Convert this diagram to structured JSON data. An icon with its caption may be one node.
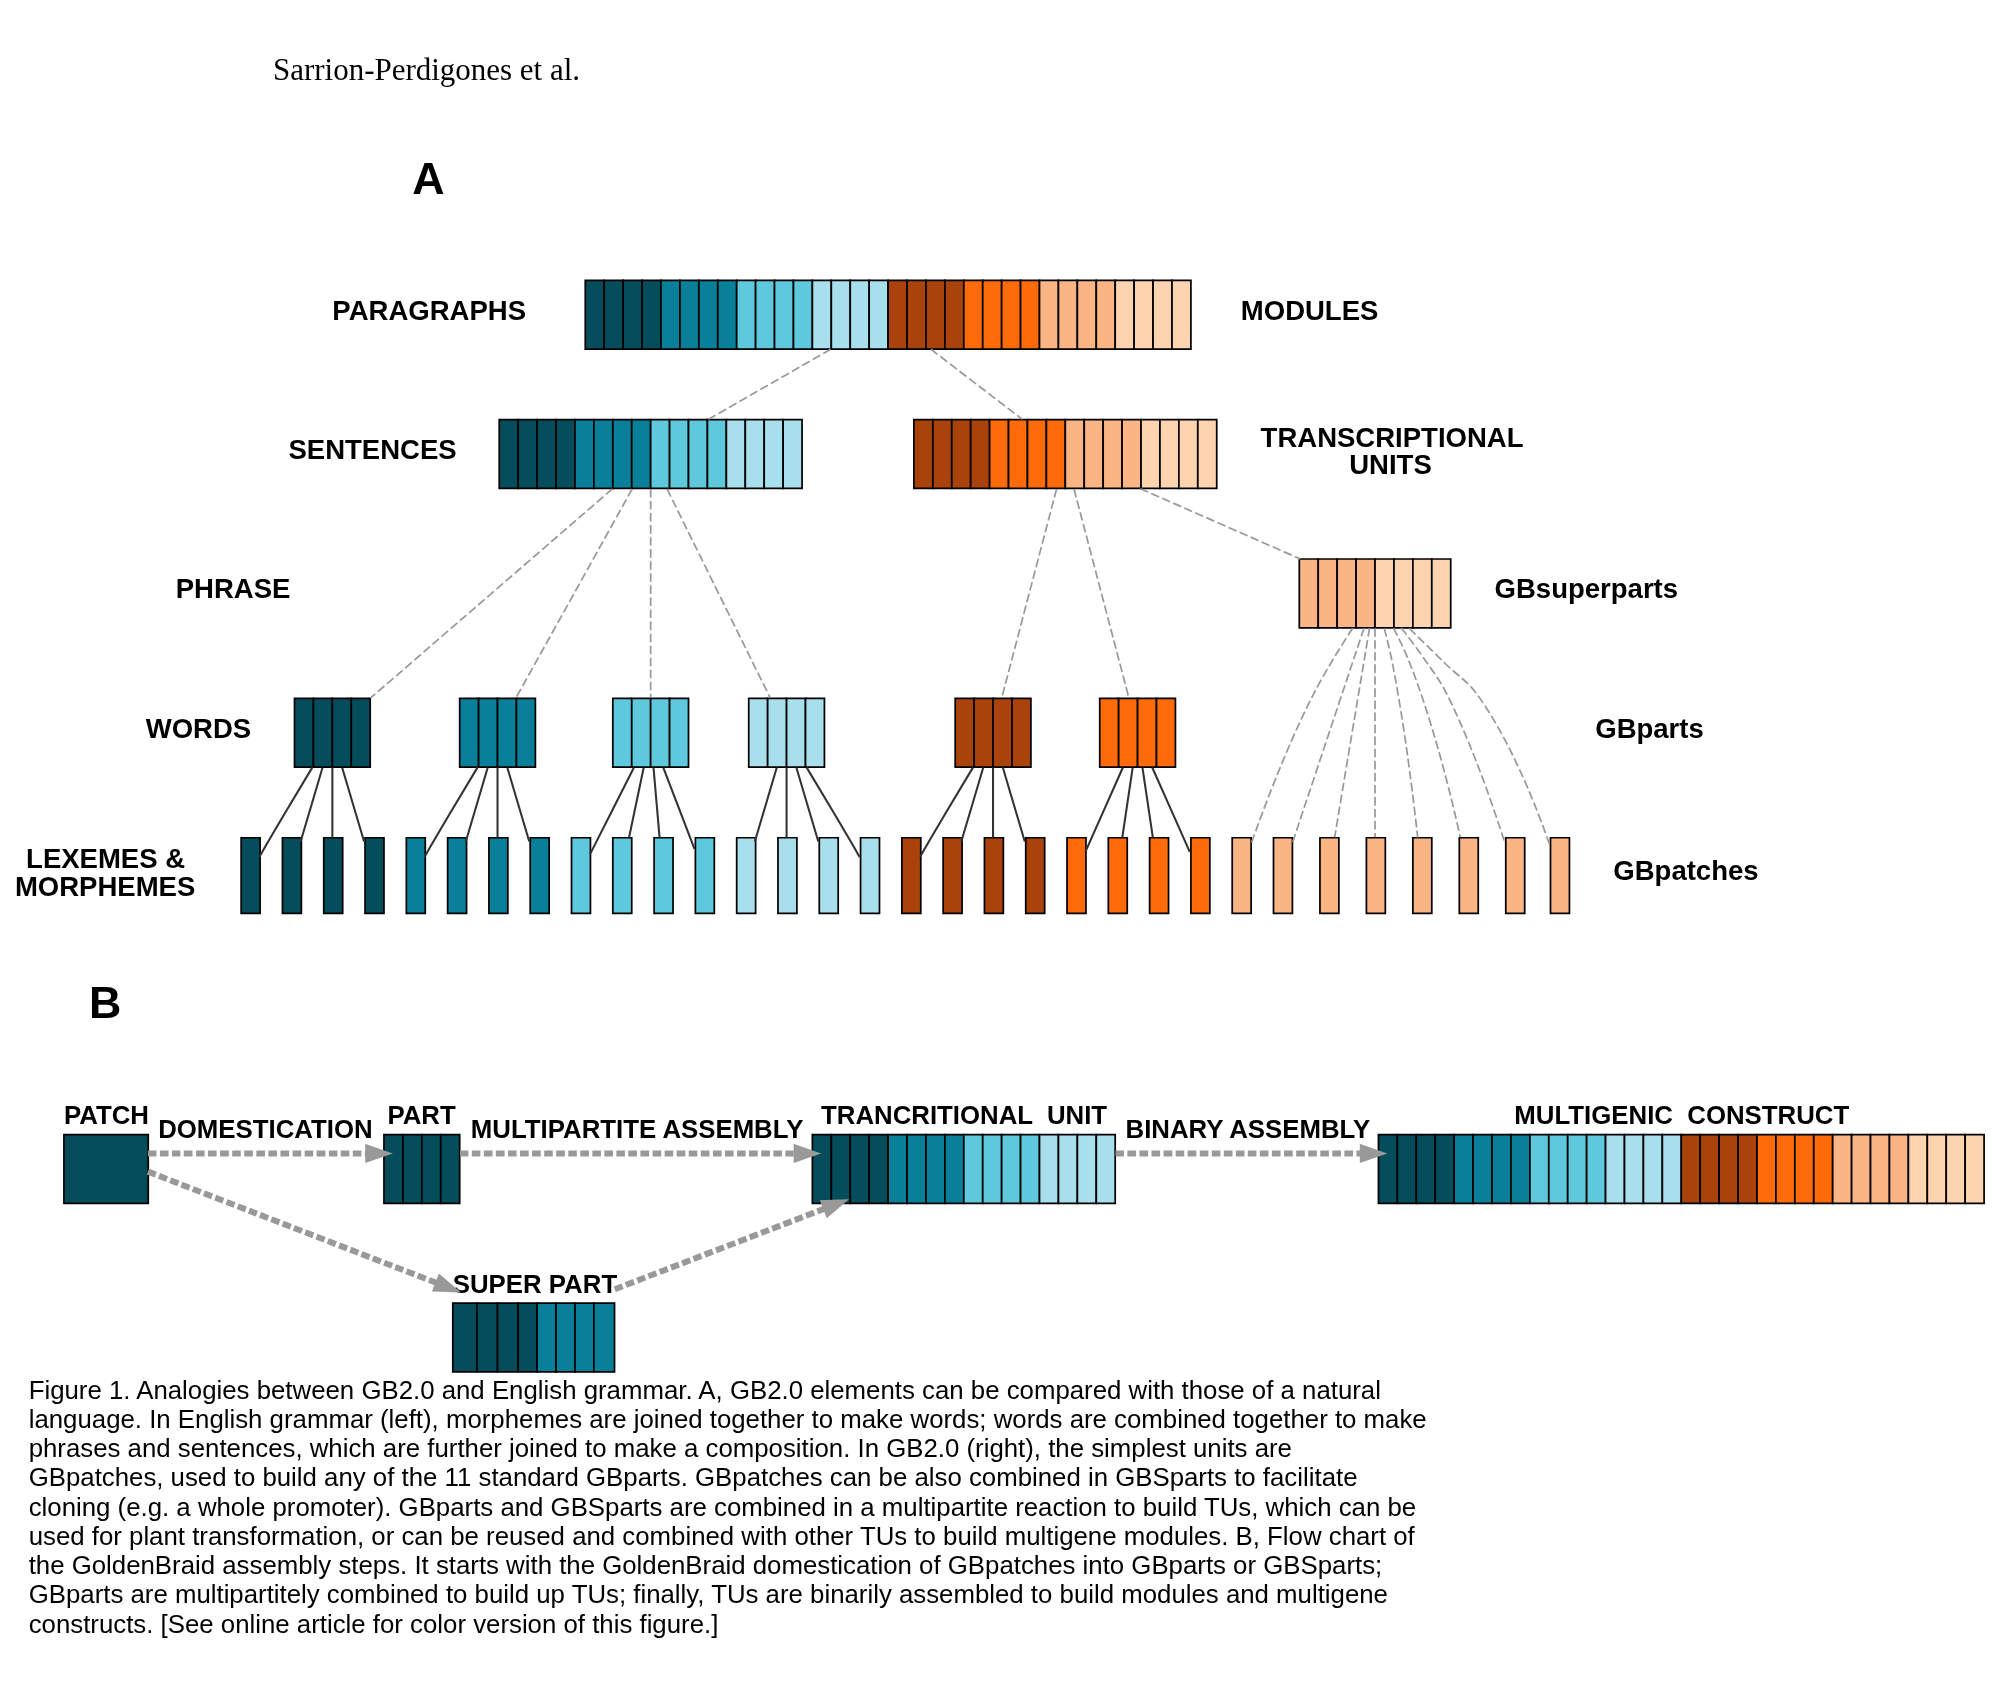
{
  "diagram": {
    "caption": "Figure 1. Analogies between GB2.0 and English grammar. A, GB2.0 elements can be compared with those of a natural language. In English grammar (left), morphemes are joined together to make words; words are combined together to make phrases and sentences, which are further joined to make a composition. In GB2.0 (right), the simplest units are GBpatches, used to build any of the 11 standard GBparts. GBpatches can be also combined in GBSparts to facilitate cloning (e.g. a whole promoter). GBparts and GBSparts are combined in a multipartite reaction to build TUs, which can be used for plant transformation, or can be reused and combined with other TUs to build multigene modules. B, Flow chart of the GoldenBraid assembly steps. It starts with the GoldenBraid domestication of GBpatches into GBparts or GBSparts; GBparts are multipartitely combined to build up TUs; finally, TUs are binarily assembled to build modules and multigene constructs. [See online article for color version of this figure.]",
    "nodes": [
      {
        "text": [],
        "shape": "bar"
      },
      {
        "text": [],
        "shape": "bar"
      },
      {
        "text": [],
        "shape": "bar"
      },
      {
        "text": [],
        "shape": "bar"
      },
      {
        "text": [],
        "shape": "bar"
      },
      {
        "text": [],
        "shape": "bar"
      },
      {
        "text": [],
        "shape": "bar"
      },
      {
        "text": [],
        "shape": "bar"
      },
      {
        "text": [],
        "shape": "bar"
      },
      {
        "text": [],
        "shape": "bar"
      },
      {
        "text": [],
        "shape": "bar"
      },
      {
        "text": [],
        "shape": "bar"
      },
      {
        "text": [],
        "shape": "bar"
      },
      {
        "text": [],
        "shape": "bar"
      },
      {
        "text": [],
        "shape": "bar"
      },
      {
        "text": [],
        "shape": "bar"
      },
      {
        "text": [],
        "shape": "bar"
      },
      {
        "text": [],
        "shape": "bar"
      },
      {
        "text": [],
        "shape": "bar"
      },
      {
        "text": [],
        "shape": "bar"
      },
      {
        "text": [],
        "shape": "bar"
      },
      {
        "text": [],
        "shape": "bar"
      },
      {
        "text": [],
        "shape": "bar"
      },
      {
        "text": [],
        "shape": "bar"
      },
      {
        "text": [],
        "shape": "bar"
      },
      {
        "text": [],
        "shape": "bar"
      },
      {
        "text": [],
        "shape": "bar"
      },
      {
        "text": [],
        "shape": "bar"
      },
      {
        "text": [],
        "shape": "bar"
      },
      {
        "text": [],
        "shape": "bar"
      },
      {
        "text": [],
        "shape": "bar"
      },
      {
        "text": [],
        "shape": "bar"
      },
      {
        "text": [],
        "shape": "bar"
      },
      {
        "text": [],
        "shape": "bar"
      },
      {
        "text": [],
        "shape": "bar"
      },
      {
        "text": [],
        "shape": "bar"
      },
      {
        "text": [],
        "shape": "bar"
      },
      {
        "text": [],
        "shape": "bar"
      },
      {
        "text": [],
        "shape": "bar"
      },
      {
        "text": [],
        "shape": "bar"
      },
      {
        "text": [],
        "shape": "bar"
      },
      {
        "text": [],
        "shape": "bar"
      },
      {
        "text": [
          "PATCH"
        ]
      },
      {
        "text": [
          "PART"
        ]
      },
      {
        "text": [
          "SUPER PART"
        ]
      },
      {
        "text": [
          "TRANCRITIONAL  UNIT"
        ]
      },
      {
        "text": [
          "MULTIGENIC  CONSTRUCT"
        ]
      }
    ],
    "edges": [
      {
        "from": 0,
        "to": 1,
        "arrow": "none",
        "style": "dashed",
        "color": "#999999"
      },
      {
        "from": 0,
        "to": 2,
        "arrow": "none",
        "style": "dashed",
        "color": "#999999"
      },
      {
        "from": 1,
        "to": 4,
        "arrow": "none",
        "style": "dashed",
        "color": "#999999"
      },
      {
        "from": 1,
        "to": 5,
        "arrow": "none",
        "style": "dashed",
        "color": "#999999"
      },
      {
        "from": 1,
        "to": 6,
        "arrow": "none",
        "style": "dashed",
        "color": "#999999"
      },
      {
        "from": 1,
        "to": 7,
        "arrow": "none",
        "style": "dashed",
        "color": "#999999"
      },
      {
        "from": 2,
        "to": 8,
        "arrow": "none",
        "style": "dashed",
        "color": "#999999"
      },
      {
        "from": 2,
        "to": 9,
        "arrow": "none",
        "style": "dashed",
        "color": "#999999"
      },
      {
        "from": 2,
        "to": 3,
        "arrow": "none",
        "style": "dashed",
        "color": "#999999"
      },
      {
        "from": 4,
        "to": 10,
        "arrow": "none"
      },
      {
        "from": 4,
        "to": 11,
        "arrow": "none"
      },
      {
        "from": 4,
        "to": 12,
        "arrow": "none"
      },
      {
        "from": 4,
        "to": 13,
        "arrow": "none"
      },
      {
        "from": 5,
        "to": 14,
        "arrow": "none"
      },
      {
        "from": 5,
        "to": 15,
        "arrow": "none"
      },
      {
        "from": 5,
        "to": 16,
        "arrow": "none"
      },
      {
        "from": 5,
        "to": 17,
        "arrow": "none"
      },
      {
        "from": 6,
        "to": 18,
        "arrow": "none"
      },
      {
        "from": 6,
        "to": 19,
        "arrow": "none"
      },
      {
        "from": 6,
        "to": 20,
        "arrow": "none"
      },
      {
        "from": 6,
        "to": 21,
        "arrow": "none"
      },
      {
        "from": 7,
        "to": 22,
        "arrow": "none"
      },
      {
        "from": 7,
        "to": 23,
        "arrow": "none"
      },
      {
        "from": 7,
        "to": 24,
        "arrow": "none"
      },
      {
        "from": 7,
        "to": 25,
        "arrow": "none"
      },
      {
        "from": 8,
        "to": 26,
        "arrow": "none"
      },
      {
        "from": 8,
        "to": 27,
        "arrow": "none"
      },
      {
        "from": 8,
        "to": 28,
        "arrow": "none"
      },
      {
        "from": 8,
        "to": 29,
        "arrow": "none"
      },
      {
        "from": 9,
        "to": 30,
        "arrow": "none"
      },
      {
        "from": 9,
        "to": 31,
        "arrow": "none"
      },
      {
        "from": 9,
        "to": 32,
        "arrow": "none"
      },
      {
        "from": 9,
        "to": 33,
        "arrow": "none"
      },
      {
        "from": 3,
        "to": 34,
        "arrow": "none",
        "style": "dashed",
        "color": "#999999"
      },
      {
        "from": 3,
        "to": 35,
        "arrow": "none",
        "style": "dashed",
        "color": "#999999"
      },
      {
        "from": 3,
        "to": 36,
        "arrow": "none",
        "style": "dashed",
        "color": "#999999"
      },
      {
        "from": 3,
        "to": 37,
        "arrow": "none",
        "style": "dashed",
        "color": "#999999"
      },
      {
        "from": 3,
        "to": 38,
        "arrow": "none",
        "style": "dashed",
        "color": "#999999"
      },
      {
        "from": 3,
        "to": 39,
        "arrow": "none",
        "style": "dashed",
        "color": "#999999"
      },
      {
        "from": 3,
        "to": 40,
        "arrow": "none",
        "style": "dashed",
        "color": "#999999"
      },
      {
        "from": 3,
        "to": 41,
        "arrow": "none",
        "style": "dashed",
        "color": "#999999"
      },
      {
        "from": 42,
        "to": 43,
        "arrow": "to",
        "label": "DOMESTICATION",
        "style": "dashed",
        "color": "#999999"
      },
      {
        "from": 42,
        "to": 44,
        "arrow": "to",
        "style": "dashed",
        "color": "#999999"
      },
      {
        "from": 43,
        "to": 45,
        "arrow": "to",
        "label": "MULTIPARTITE ASSEMBLY",
        "style": "dashed",
        "color": "#999999"
      },
      {
        "from": 44,
        "to": 45,
        "arrow": "to",
        "style": "dashed",
        "color": "#999999"
      },
      {
        "from": 45,
        "to": 46,
        "arrow": "to",
        "label": "BINARY ASSEMBLY",
        "style": "dashed",
        "color": "#999999"
      }
    ],
    "labels": [
      "Sarrion-Perdigones et al.",
      "A",
      "PARAGRAPHS",
      "MODULES",
      "SENTENCES",
      "TRANSCRIPTIONAL UNITS",
      "PHRASE",
      "GBsuperparts",
      "WORDS",
      "GBparts",
      "LEXEMES & MORPHEMES",
      "GBpatches",
      "B"
    ]
  }
}
